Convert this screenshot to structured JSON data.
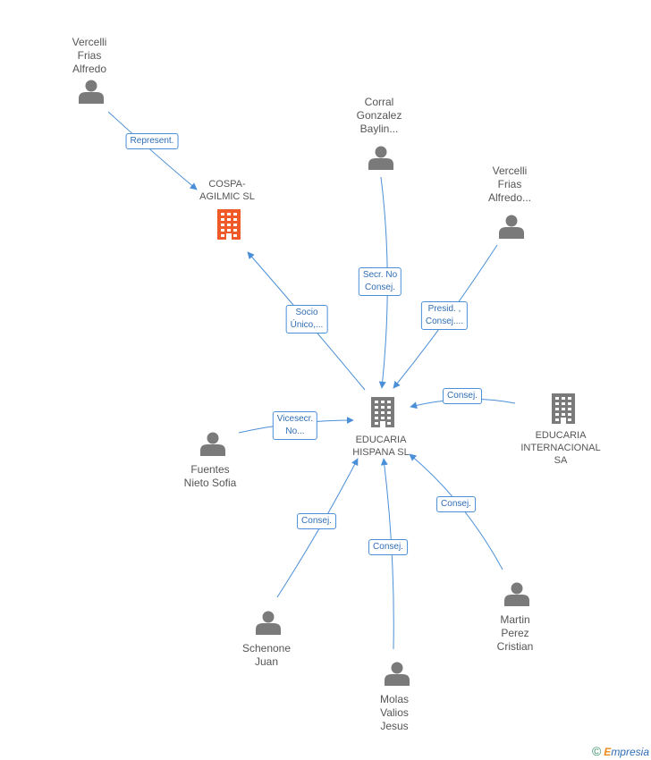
{
  "colors": {
    "edge": "#4a8fd8",
    "person": "#7a7a7a",
    "company": "#7a7a7a",
    "company_highlight": "#f05a28",
    "label": "#555555"
  },
  "nodes": {
    "vercelli1": {
      "label": "Vercelli\nFrias\nAlfredo",
      "type": "person"
    },
    "cospa": {
      "label": "COSPA-\nAGILMIC SL",
      "type": "company",
      "highlight": true
    },
    "corral": {
      "label": "Corral\nGonzalez\nBaylin...",
      "type": "person"
    },
    "vercelli2": {
      "label": "Vercelli\nFrias\nAlfredo...",
      "type": "person"
    },
    "educaria_hispana": {
      "label": "EDUCARIA\nHISPANA SL",
      "type": "company"
    },
    "educaria_int": {
      "label": "EDUCARIA\nINTERNACIONAL SA",
      "type": "company"
    },
    "fuentes": {
      "label": "Fuentes\nNieto Sofia",
      "type": "person"
    },
    "schenone": {
      "label": "Schenone\nJuan",
      "type": "person"
    },
    "molas": {
      "label": "Molas\nValios\nJesus",
      "type": "person"
    },
    "martin": {
      "label": "Martin\nPerez\nCristian",
      "type": "person"
    }
  },
  "edges": [
    {
      "from": "vercelli1",
      "to": "cospa",
      "label": "Represent."
    },
    {
      "from": "educaria_hispana",
      "to": "cospa",
      "label": "Socio\nÚnico,..."
    },
    {
      "from": "corral",
      "to": "educaria_hispana",
      "label": "Secr.  No\nConsej."
    },
    {
      "from": "vercelli2",
      "to": "educaria_hispana",
      "label": "Presid. ,\nConsej...."
    },
    {
      "from": "educaria_int",
      "to": "educaria_hispana",
      "label": "Consej."
    },
    {
      "from": "fuentes",
      "to": "educaria_hispana",
      "label": "Vicesecr.\nNo..."
    },
    {
      "from": "schenone",
      "to": "educaria_hispana",
      "label": "Consej."
    },
    {
      "from": "molas",
      "to": "educaria_hispana",
      "label": "Consej."
    },
    {
      "from": "martin",
      "to": "educaria_hispana",
      "label": "Consej."
    }
  ],
  "footer": {
    "copyright": "©",
    "brand_e": "E",
    "brand_rest": "mpresia"
  }
}
